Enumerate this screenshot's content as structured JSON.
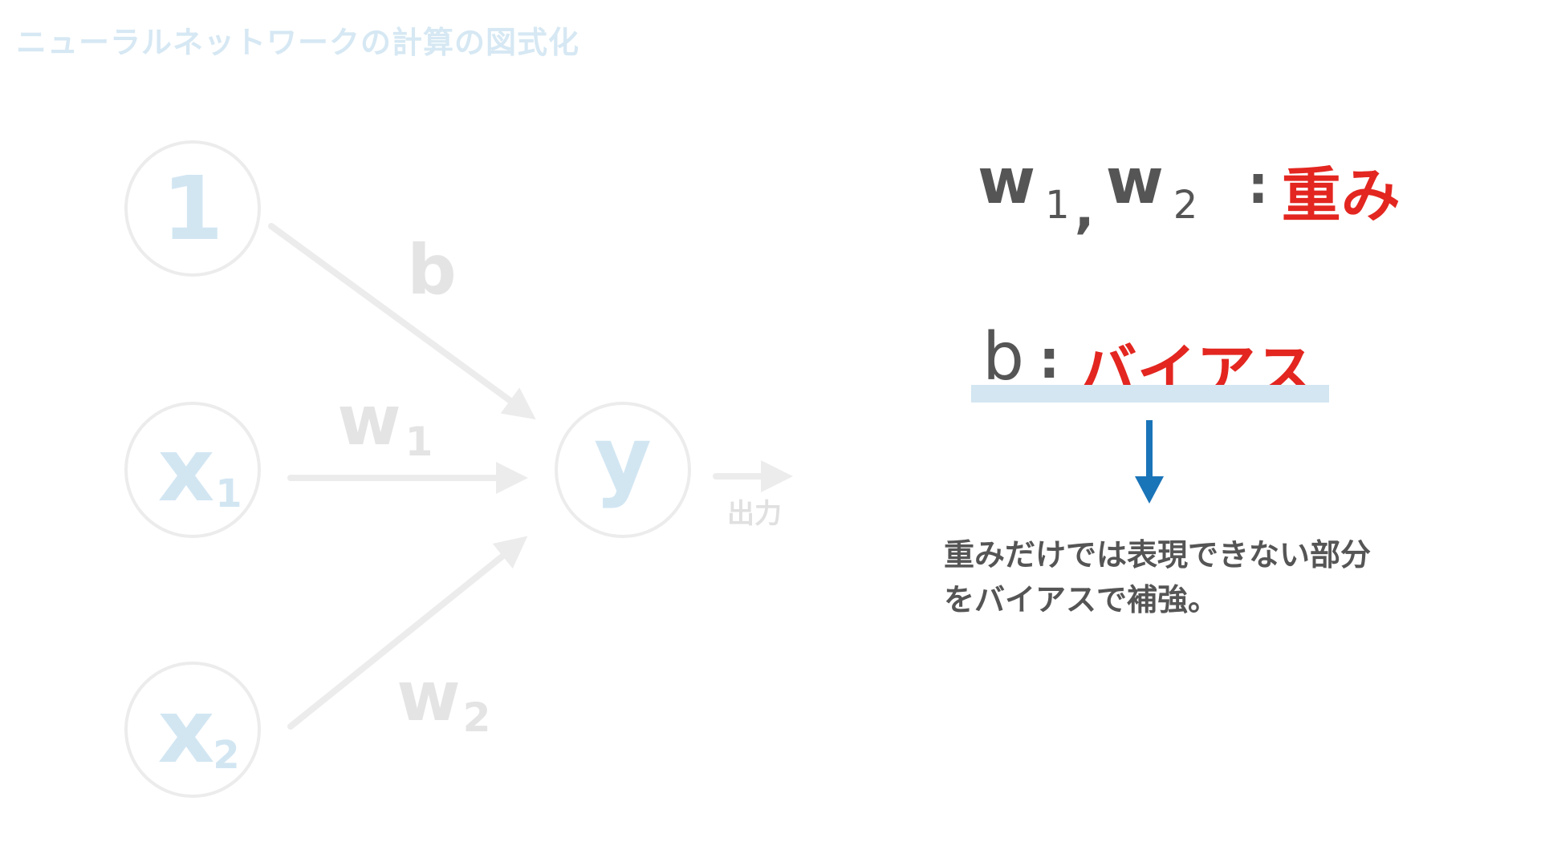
{
  "page": {
    "title": "ニューラルネットワークの計算の図式化"
  },
  "network": {
    "nodes": {
      "bias": {
        "label": "1",
        "sub": ""
      },
      "x1": {
        "label": "x",
        "sub": "1"
      },
      "x2": {
        "label": "x",
        "sub": "2"
      },
      "y": {
        "label": "y",
        "sub": ""
      }
    },
    "edges": {
      "bias": {
        "label": "b",
        "sub": ""
      },
      "x1": {
        "label": "w",
        "sub": "1"
      },
      "x2": {
        "label": "w",
        "sub": "2"
      }
    },
    "output_label": "出力"
  },
  "definitions": {
    "weights": {
      "symbol_1": "w",
      "sub_1": "1",
      "separator": ",",
      "symbol_2": "w",
      "sub_2": "2",
      "colon": ":",
      "term": "重み"
    },
    "bias": {
      "symbol": "b",
      "colon": ":",
      "term": "バイアス"
    }
  },
  "explanation": {
    "line1": "重みだけでは表現できない部分",
    "line2": "をバイアスで補強。"
  },
  "colors": {
    "accent_red": "#e32620",
    "arrow_blue": "#1a74b8",
    "node_text": "#d2e6f2",
    "faded_gray": "#ececec",
    "band_blue": "#d3e6f2",
    "body_text": "#555555"
  }
}
